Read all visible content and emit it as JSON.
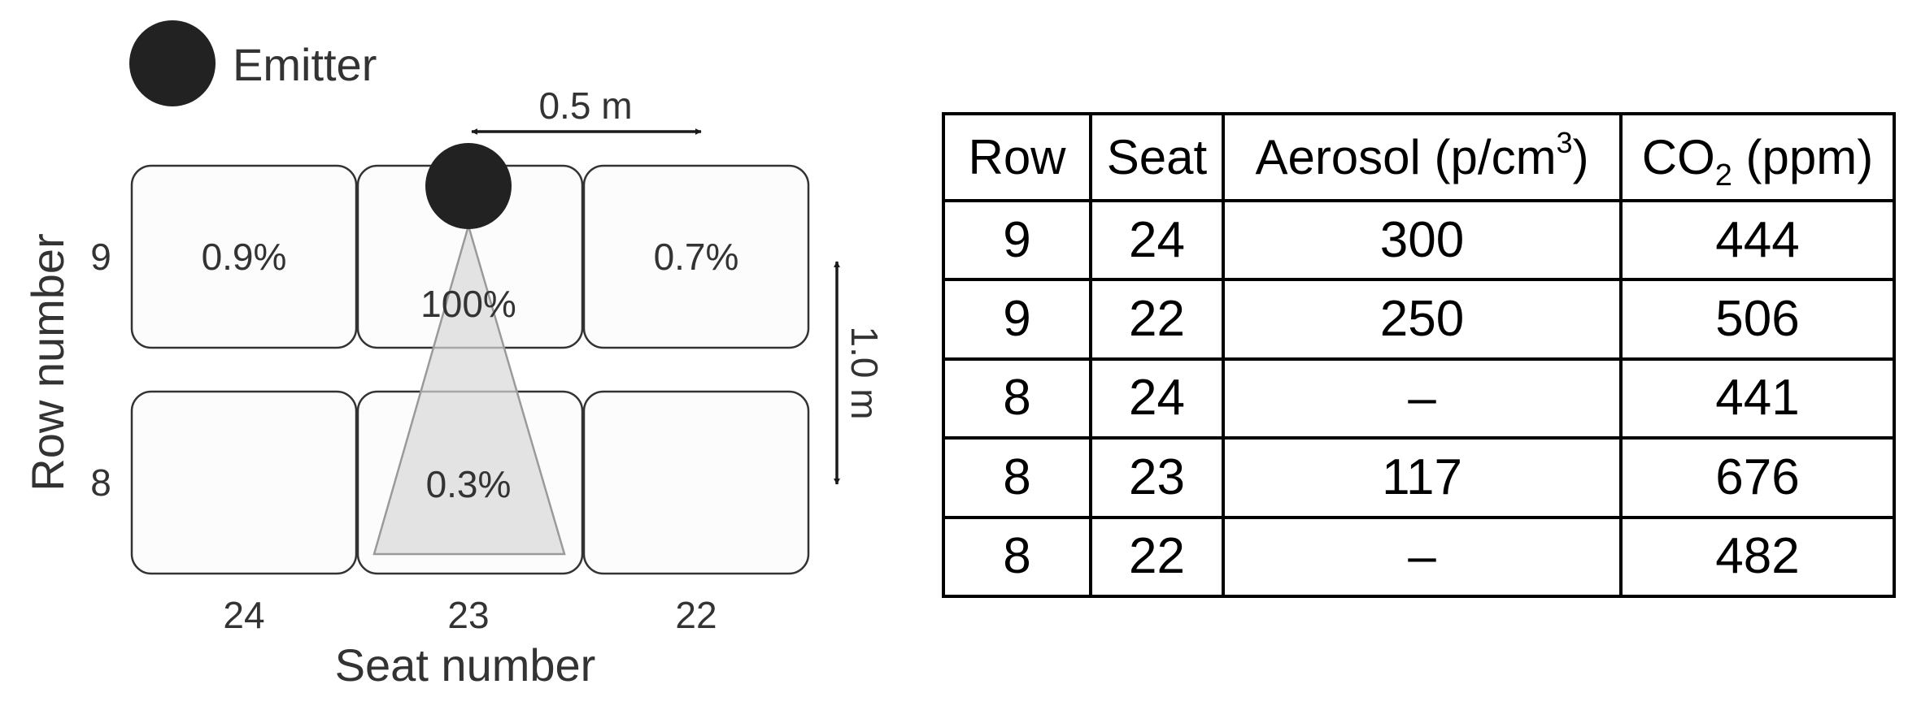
{
  "legend": {
    "emitter_label": "Emitter"
  },
  "dimensions": {
    "horizontal": "0.5 m",
    "vertical": "1.0 m"
  },
  "axes": {
    "row_axis_label": "Row number",
    "seat_axis_label": "Seat number",
    "row_ticks": [
      "9",
      "8"
    ],
    "seat_ticks": [
      "24",
      "23",
      "22"
    ]
  },
  "seats": {
    "r9_s24": "0.9%",
    "r9_s23": "100%",
    "r9_s22": "0.7%",
    "r8_s23": "0.3%"
  },
  "table": {
    "headers": {
      "row": "Row",
      "seat": "Seat",
      "aerosol_prefix": "Aerosol (p/cm",
      "aerosol_sup": "3",
      "aerosol_suffix": ")",
      "co2_prefix": "CO",
      "co2_sub": "2",
      "co2_suffix": " (ppm)"
    },
    "rows": [
      {
        "row": "9",
        "seat": "24",
        "aerosol": "300",
        "co2": "444"
      },
      {
        "row": "9",
        "seat": "22",
        "aerosol": "250",
        "co2": "506"
      },
      {
        "row": "8",
        "seat": "24",
        "aerosol": "–",
        "co2": "441"
      },
      {
        "row": "8",
        "seat": "23",
        "aerosol": "117",
        "co2": "676"
      },
      {
        "row": "8",
        "seat": "22",
        "aerosol": "–",
        "co2": "482"
      }
    ]
  }
}
